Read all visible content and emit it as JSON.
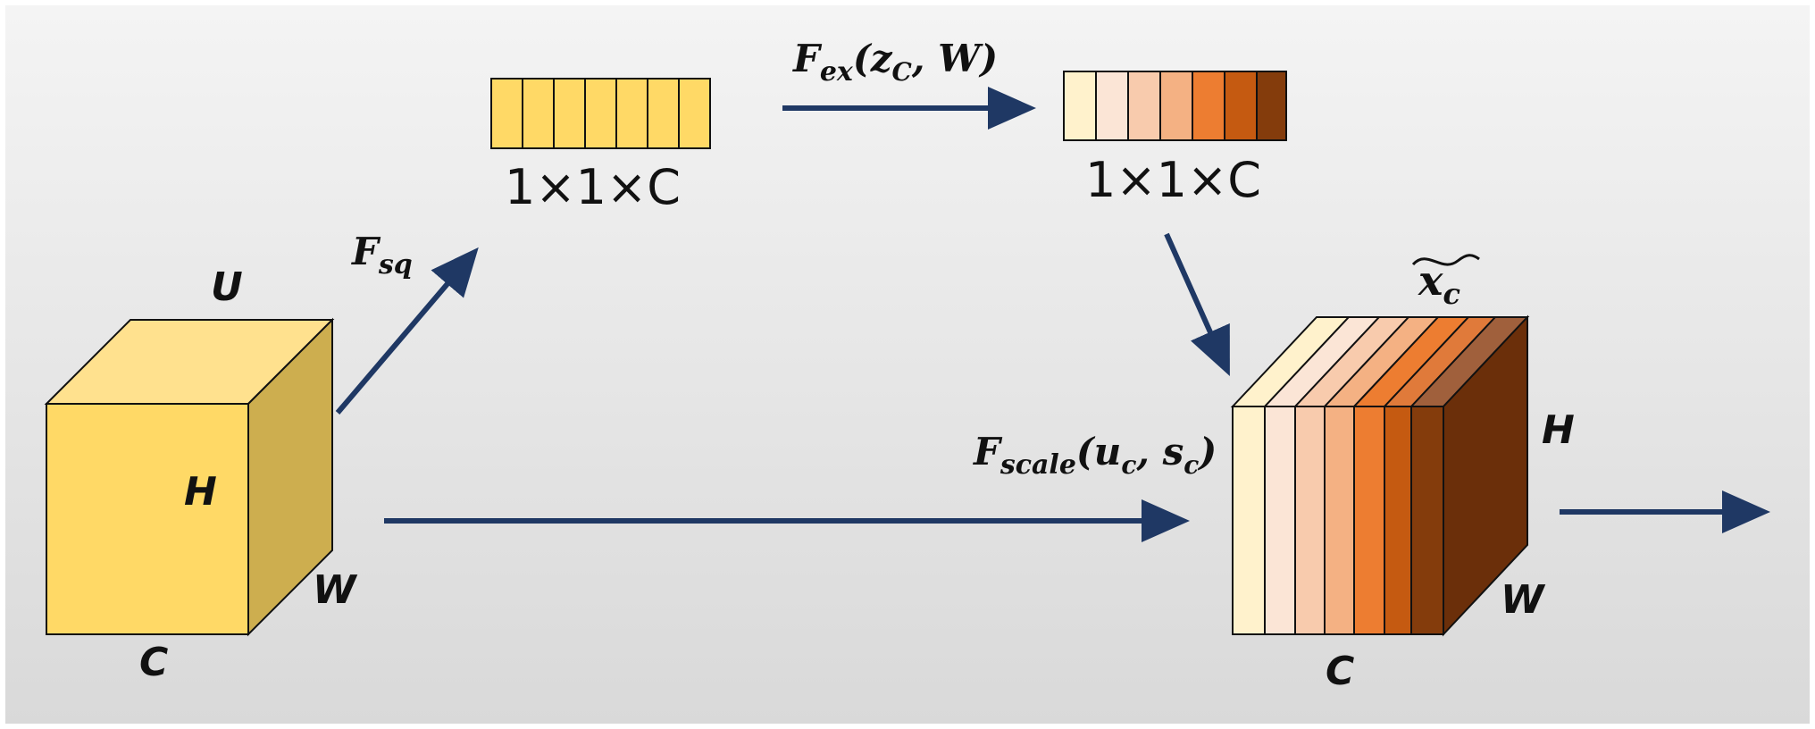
{
  "colors": {
    "arrow": "#1f3864",
    "background_top": "#f4f4f4",
    "background_bottom": "#d9d9d9",
    "cube_front": "#ffd966",
    "cube_top": "#ffe18e",
    "cube_side": "#cdae4f",
    "squeeze_cells": "#ffd966",
    "excite_cells": [
      "#fff2cc",
      "#fbe5d6",
      "#f8cbad",
      "#f4b183",
      "#ed7d31",
      "#c55a11",
      "#843c0c"
    ],
    "out_side": "#6b2f0a"
  },
  "input_cube": {
    "label_top": "U",
    "label_height": "H",
    "label_width": "W",
    "label_channel": "C"
  },
  "squeeze": {
    "op_main": "F",
    "op_sub": "sq",
    "dims": "1×1×C"
  },
  "excitation": {
    "op_main": "F",
    "op_sub": "ex",
    "op_args_open": "(",
    "op_z": "z",
    "op_z_sub": "C",
    "op_args_rest": ", W)",
    "dims": "1×1×C"
  },
  "scale": {
    "op_main": "F",
    "op_sub": "scale",
    "op_args_open": "(",
    "op_u": "u",
    "op_u_sub": "c",
    "op_comma": ", ",
    "op_s": "s",
    "op_s_sub": "c",
    "op_close": ")"
  },
  "output_cube": {
    "label_top": "x",
    "label_top_sub": "c",
    "label_height": "H",
    "label_width": "W",
    "label_channel": "C"
  }
}
